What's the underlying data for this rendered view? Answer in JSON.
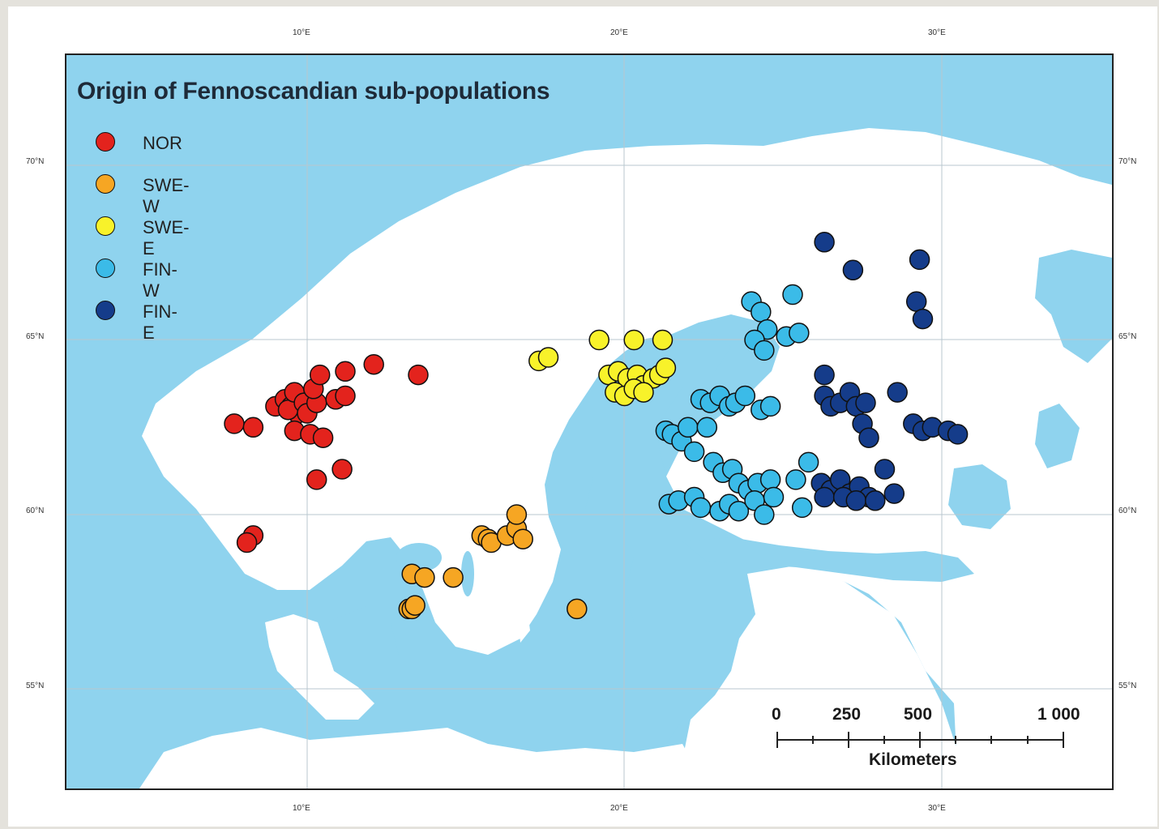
{
  "title": "Origin of Fennoscandian sub-populations",
  "axis_labels": {
    "top": [
      "10°E",
      "20°E",
      "30°E"
    ],
    "bottom": [
      "10°E",
      "20°E",
      "30°E"
    ],
    "left": [
      "70°N",
      "65°N",
      "60°N",
      "55°N"
    ],
    "right": [
      "70°N",
      "65°N",
      "60°N",
      "55°N"
    ]
  },
  "legend": [
    {
      "label": "NOR",
      "color": "#e3231d"
    },
    {
      "label": "SWE-W",
      "color": "#f6a623"
    },
    {
      "label": "SWE-E",
      "color": "#f8f22a"
    },
    {
      "label": "FIN-W",
      "color": "#3bbbe8"
    },
    {
      "label": "FIN-E",
      "color": "#153c8a"
    }
  ],
  "scale_bar": {
    "labels": [
      "0",
      "250",
      "500",
      "1 000"
    ],
    "unit": "Kilometers"
  },
  "colors": {
    "water": "#8fd3ee",
    "land": "#ffffff",
    "graticule": "#b9c7cf",
    "marker_outline": "#111111"
  },
  "points": {
    "NOR": [
      [
        7.7,
        62.6
      ],
      [
        8.3,
        62.5
      ],
      [
        9.0,
        63.1
      ],
      [
        9.3,
        63.3
      ],
      [
        9.5,
        63.1
      ],
      [
        9.7,
        62.9
      ],
      [
        9.4,
        63.0
      ],
      [
        9.6,
        63.5
      ],
      [
        9.9,
        63.2
      ],
      [
        10.0,
        62.9
      ],
      [
        10.3,
        63.2
      ],
      [
        10.2,
        63.6
      ],
      [
        10.4,
        64.0
      ],
      [
        10.9,
        63.3
      ],
      [
        11.2,
        63.4
      ],
      [
        11.2,
        64.1
      ],
      [
        12.1,
        64.3
      ],
      [
        13.5,
        64.0
      ],
      [
        9.6,
        62.4
      ],
      [
        10.1,
        62.3
      ],
      [
        10.5,
        62.2
      ],
      [
        10.3,
        61.0
      ],
      [
        11.1,
        61.3
      ],
      [
        8.3,
        59.4
      ],
      [
        8.1,
        59.2
      ]
    ],
    "SWE-W": [
      [
        13.3,
        58.3
      ],
      [
        13.7,
        58.2
      ],
      [
        14.6,
        58.2
      ],
      [
        13.2,
        57.3
      ],
      [
        13.3,
        57.3
      ],
      [
        13.4,
        57.4
      ],
      [
        15.5,
        59.4
      ],
      [
        15.7,
        59.3
      ],
      [
        15.8,
        59.2
      ],
      [
        16.3,
        59.4
      ],
      [
        16.6,
        59.6
      ],
      [
        16.8,
        59.3
      ],
      [
        16.6,
        60.0
      ],
      [
        18.5,
        57.3
      ]
    ],
    "SWE-E": [
      [
        17.3,
        64.4
      ],
      [
        17.6,
        64.5
      ],
      [
        19.2,
        65.0
      ],
      [
        20.3,
        65.0
      ],
      [
        21.2,
        65.0
      ],
      [
        19.5,
        64.0
      ],
      [
        19.8,
        64.1
      ],
      [
        20.1,
        63.9
      ],
      [
        20.4,
        64.0
      ],
      [
        20.6,
        63.7
      ],
      [
        20.9,
        63.9
      ],
      [
        21.1,
        64.0
      ],
      [
        21.3,
        64.2
      ],
      [
        19.7,
        63.5
      ],
      [
        20.0,
        63.4
      ],
      [
        20.3,
        63.6
      ],
      [
        20.6,
        63.5
      ]
    ],
    "FIN-W": [
      [
        21.3,
        62.4
      ],
      [
        21.5,
        62.3
      ],
      [
        21.8,
        62.1
      ],
      [
        22.0,
        62.5
      ],
      [
        22.2,
        61.8
      ],
      [
        22.4,
        63.3
      ],
      [
        22.7,
        63.2
      ],
      [
        23.0,
        63.4
      ],
      [
        23.3,
        63.1
      ],
      [
        23.5,
        63.2
      ],
      [
        23.8,
        63.4
      ],
      [
        24.3,
        63.0
      ],
      [
        24.6,
        63.1
      ],
      [
        22.6,
        62.5
      ],
      [
        22.8,
        61.5
      ],
      [
        23.1,
        61.2
      ],
      [
        23.4,
        61.3
      ],
      [
        23.6,
        60.9
      ],
      [
        23.9,
        60.7
      ],
      [
        24.2,
        60.9
      ],
      [
        24.6,
        61.0
      ],
      [
        21.4,
        60.3
      ],
      [
        21.7,
        60.4
      ],
      [
        22.2,
        60.5
      ],
      [
        22.4,
        60.2
      ],
      [
        23.0,
        60.1
      ],
      [
        23.3,
        60.3
      ],
      [
        23.6,
        60.1
      ],
      [
        24.1,
        60.4
      ],
      [
        24.4,
        60.0
      ],
      [
        24.7,
        60.5
      ],
      [
        25.4,
        61.0
      ],
      [
        25.8,
        61.5
      ],
      [
        25.6,
        60.2
      ],
      [
        24.0,
        66.1
      ],
      [
        24.3,
        65.8
      ],
      [
        24.5,
        65.3
      ],
      [
        24.1,
        65.0
      ],
      [
        24.4,
        64.7
      ],
      [
        25.1,
        65.1
      ],
      [
        25.5,
        65.2
      ],
      [
        25.3,
        66.3
      ]
    ],
    "FIN-E": [
      [
        26.3,
        67.8
      ],
      [
        27.2,
        67.0
      ],
      [
        29.3,
        67.3
      ],
      [
        29.2,
        66.1
      ],
      [
        29.4,
        65.6
      ],
      [
        26.3,
        64.0
      ],
      [
        26.3,
        63.4
      ],
      [
        26.5,
        63.1
      ],
      [
        26.8,
        63.2
      ],
      [
        27.1,
        63.5
      ],
      [
        27.3,
        63.1
      ],
      [
        27.6,
        63.2
      ],
      [
        27.5,
        62.6
      ],
      [
        27.7,
        62.2
      ],
      [
        28.6,
        63.5
      ],
      [
        29.1,
        62.6
      ],
      [
        29.4,
        62.4
      ],
      [
        29.7,
        62.5
      ],
      [
        30.2,
        62.4
      ],
      [
        30.5,
        62.3
      ],
      [
        26.2,
        60.9
      ],
      [
        26.5,
        60.7
      ],
      [
        26.8,
        61.0
      ],
      [
        27.1,
        60.6
      ],
      [
        27.4,
        60.8
      ],
      [
        27.7,
        60.5
      ],
      [
        28.2,
        61.3
      ],
      [
        28.5,
        60.6
      ],
      [
        26.3,
        60.5
      ],
      [
        26.9,
        60.5
      ],
      [
        27.3,
        60.4
      ],
      [
        27.9,
        60.4
      ]
    ]
  }
}
